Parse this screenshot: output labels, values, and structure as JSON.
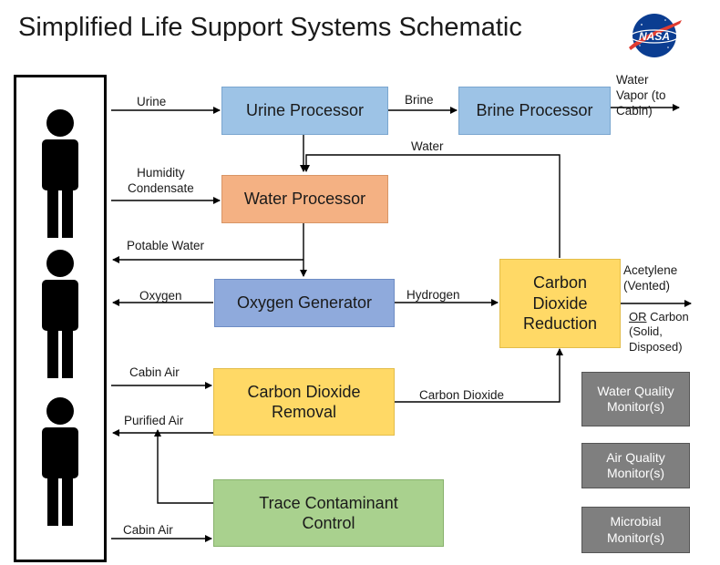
{
  "title": "Simplified Life Support Systems Schematic",
  "logo_text": "NASA",
  "colors": {
    "urine_processor": "#9dc3e6",
    "brine_processor": "#9dc3e6",
    "water_processor": "#f4b183",
    "oxygen_generator": "#8faadc",
    "co2_reduction": "#ffd966",
    "co2_removal": "#ffd966",
    "trace_contaminant": "#a9d18e",
    "monitors": "#7f7f7f"
  },
  "crew": {
    "count": 3,
    "icon": "person-icon"
  },
  "boxes": {
    "urine_processor": "Urine Processor",
    "brine_processor": "Brine Processor",
    "water_processor": "Water Processor",
    "oxygen_generator": "Oxygen Generator",
    "co2_reduction": [
      "Carbon",
      "Dioxide",
      "Reduction"
    ],
    "co2_removal": [
      "Carbon Dioxide",
      "Removal"
    ],
    "trace_contaminant": [
      "Trace Contaminant",
      "Control"
    ]
  },
  "monitors": [
    [
      "Water Quality",
      "Monitor(s)"
    ],
    [
      "Air Quality",
      "Monitor(s)"
    ],
    [
      "Microbial",
      "Monitor(s)"
    ]
  ],
  "flows": {
    "urine": "Urine",
    "brine": "Brine",
    "water_vapor": [
      "Water",
      "Vapor (to",
      "Cabin)"
    ],
    "water": "Water",
    "humidity": [
      "Humidity",
      "Condensate"
    ],
    "potable_water": "Potable Water",
    "oxygen": "Oxygen",
    "hydrogen": "Hydrogen",
    "acetylene": [
      "Acetylene",
      "(Vented)"
    ],
    "or_carbon": {
      "or": "OR",
      "rest": " Carbon",
      "lines": [
        "(Solid,",
        "Disposed)"
      ]
    },
    "cabin_air_1": "Cabin Air",
    "purified_air": "Purified Air",
    "carbon_dioxide": "Carbon Dioxide",
    "cabin_air_2": "Cabin Air"
  }
}
